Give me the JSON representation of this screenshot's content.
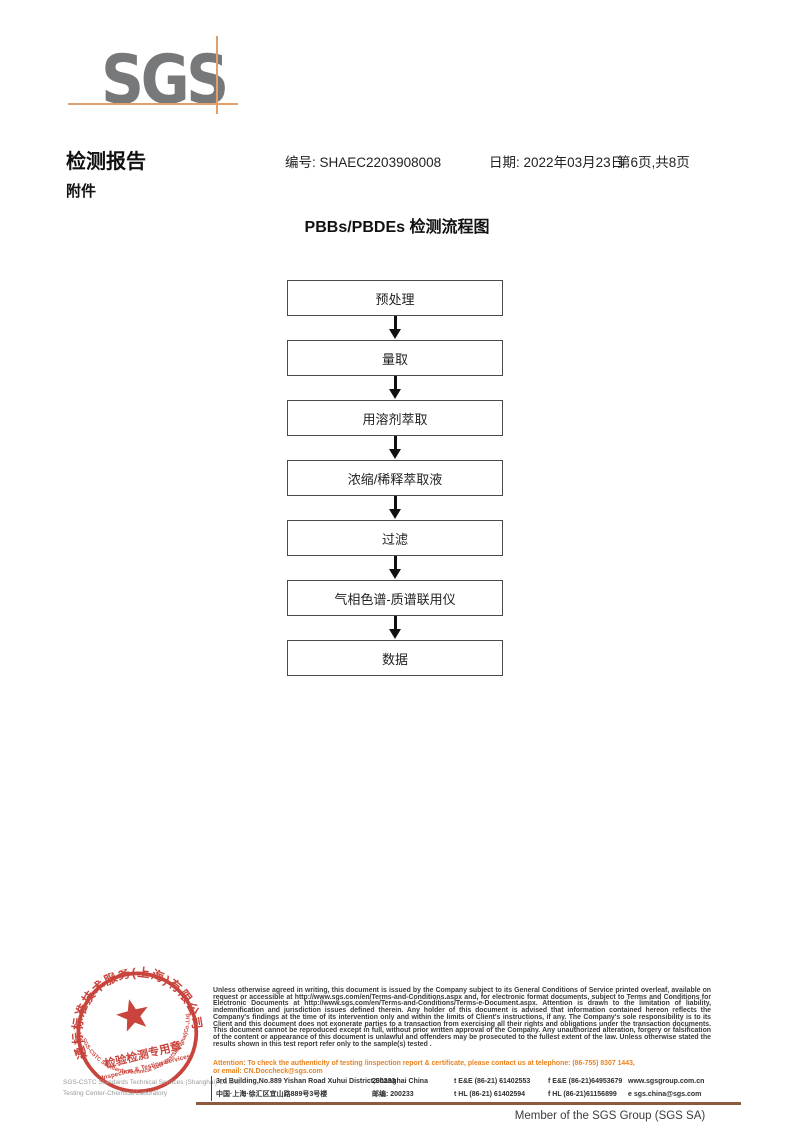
{
  "brand": {
    "logo_text": "SGS"
  },
  "header": {
    "report_title": "检测报告",
    "no_label": "编号:",
    "no_value": "SHAEC2203908008",
    "date_label": "日期:",
    "date_value": "2022年03月23日",
    "page_info": "第6页,共8页",
    "attachment": "附件"
  },
  "flowchart": {
    "title": "PBBs/PBDEs 检测流程图",
    "steps": [
      "预处理",
      "量取",
      "用溶剂萃取",
      "浓缩/稀释萃取液",
      "过滤",
      "气相色谱-质谱联用仪",
      "数据"
    ]
  },
  "stamp": {
    "arc_top": "通标标准技术服务(上海)有限公司",
    "arc_bottom": "SGS-CSTC Standards Technical Services(Shanghai)Co.,Ltd.",
    "star": "★",
    "center_cn": "检验检测专用章",
    "center_en": "Inspection & Testing Services"
  },
  "footer": {
    "company_line1": "SGS-CSTC Standards Technical Services (Shanghai) Co.,Ltd.",
    "company_line2": "Testing Center-Chemical Laboratory",
    "legal_text": "Unless otherwise agreed in writing, this document is issued by the Company subject to its General Conditions of Service printed overleaf, available on request or accessible at http://www.sgs.com/en/Terms-and-Conditions.aspx and, for electronic format documents, subject to Terms and Conditions for Electronic Documents at http://www.sgs.com/en/Terms-and-Conditions/Terms-e-Document.aspx. Attention is drawn to the limitation of liability, indemnification and jurisdiction issues defined therein. Any holder of this document is advised that information contained hereon reflects the Company's findings at the time of its intervention only and within the limits of Client's instructions, if any. The Company's sole responsibility is to its Client and this document does not exonerate parties to a transaction from exercising all their rights and obligations under the transaction documents. This document cannot be reproduced except in full, without prior written approval of the Company. Any unauthorized alteration, forgery or falsification of the content or appearance of this document is unlawful and offenders may be prosecuted to the fullest extent of the law. Unless otherwise stated the results shown in this test report refer only to the sample(s) tested .",
    "attention_line1": "Attention: To check the authenticity of testing /inspection report & certificate, please contact us at telephone: (86-755) 8307 1443,",
    "attention_line2": "or email: CN.Doccheck@sgs.com",
    "address_en": "3rd Building,No.889 Yishan Road Xuhui District,Shanghai China",
    "postcode_en": "200233",
    "tel_en": "t E&E (86-21) 61402553",
    "fax_en": "f E&E (86-21)64953679",
    "website": "www.sgsgroup.com.cn",
    "address_cn": "中国·上海·徐汇区宜山路889号3号楼",
    "postcode_cn": "邮编: 200233",
    "tel_cn": "t HL (86-21) 61402594",
    "fax_cn": "f HL (86-21)61156899",
    "email": "e sgs.china@sgs.com",
    "member_label": "Member of the SGS Group (SGS SA)"
  },
  "colors": {
    "logo_gray": "#77787a",
    "crosshair_orange": "#dfa06e",
    "stamp_red": "#c5352c",
    "attention_orange": "#e8821e",
    "footer_line_brown": "#8d5a3e"
  }
}
